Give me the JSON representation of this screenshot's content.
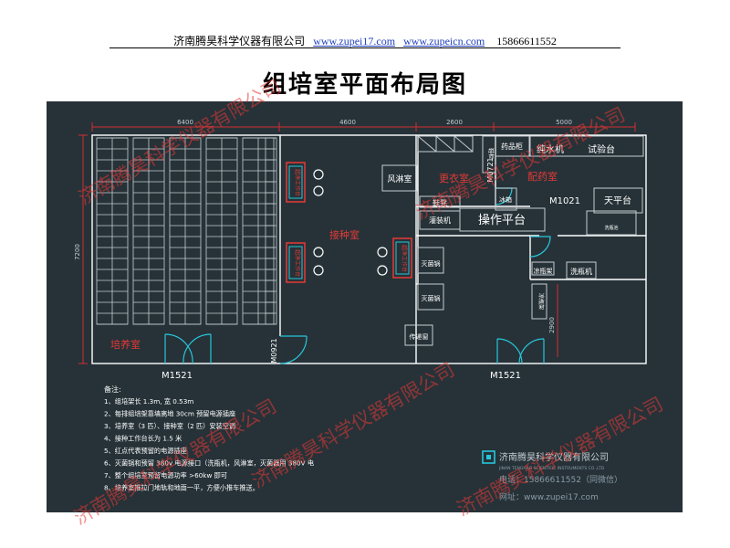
{
  "header": {
    "company": "济南腾昊科学仪器有限公司",
    "url1": "www.zupei17.com",
    "url2": "www.zupeicn.com",
    "phone": "15866611552"
  },
  "title": "组培室平面布局图",
  "dimensions": {
    "d1": "6400",
    "d2": "4600",
    "d3": "2600",
    "d4": "5000",
    "height": "7200",
    "small": "2900"
  },
  "rooms": {
    "culture": "培养室",
    "inoculation": "接种室",
    "air_shower": "风淋室",
    "changing": "更衣室",
    "dispensing": "配药室"
  },
  "equipment": {
    "bench": "超净工作台",
    "medicine_cabinet": "药品柜",
    "shoe_cabinet": "鞋柜",
    "water_machine": "纯水机",
    "test_bench": "试验台",
    "shoe_stool": "鞋凳",
    "fridge": "冰箱",
    "balance": "天平台",
    "bottling": "灌装机",
    "workbench": "操作平台",
    "sink": "洗瓶池",
    "autoclave": "灭菌锅",
    "bottle_rack": "凉瓶架",
    "bottle_washer": "洗瓶机",
    "pass_box": "传递窗"
  },
  "doors": {
    "m1521_left": "M1521",
    "m1521_right": "M1521",
    "m0921": "M0921",
    "m0721": "M0721",
    "m1021": "M1021"
  },
  "notes": {
    "heading": "备注:",
    "items": [
      "1、组培架长 1.3m, 宽 0.53m",
      "2、每排组培架靠墙离地 30cm 预留电源插座",
      "3、培养室（3 匹）、接种室（2 匹）安装空调",
      "4、接种工作台长为 1.5 米",
      "5、红点代表预留的电源插座",
      "6、灭菌锅和预留 380v 电源接口（洗瓶机，风淋室，灭菌器用 380V 电",
      "7、整个组培室预留电源功率 >60kw 即可",
      "8、培养室推拉门地轨和地面一平，方便小推车推送。"
    ]
  },
  "company_block": {
    "name": "济南腾昊科学仪器有限公司",
    "name_en": "JINAN TENGHAO SCIENTIFIC INSTRUMENTS CO.,LTD",
    "phone": "电话：15866611552（同微信）",
    "website": "网址：www.zupei17.com"
  },
  "watermark": {
    "text": "济南腾昊科学仪器有限公司"
  },
  "colors": {
    "background": "#263238",
    "wall": "#ffffff",
    "furniture": "#c5ccd1",
    "dimension": "#d32f2f",
    "door": "#26c6da",
    "bench": "#e53935",
    "watermark": "#e53935",
    "label": "#ffffff"
  }
}
